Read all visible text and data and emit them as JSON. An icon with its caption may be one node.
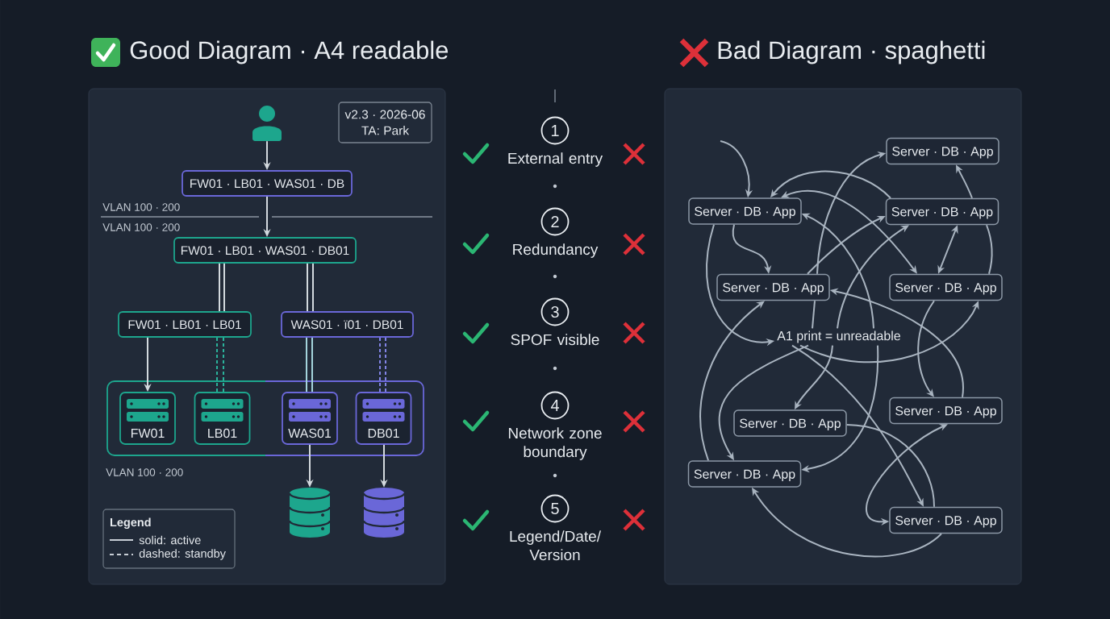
{
  "diagram": {
    "nodes": [
      {
        "text": [
          "Good Diagram · A4 readable"
        ]
      },
      {
        "text": [],
        "shape": "person",
        "in": 0
      },
      {
        "text": [
          "v2.3 · 2026-06",
          "TA: Park"
        ],
        "in": 0
      },
      {
        "text": [
          "FW01 · LB01 · WAS01 · DB"
        ],
        "in": 0
      },
      {
        "text": [
          "FW01 · LB01 · WAS01 · DB01"
        ],
        "in": 0
      },
      {
        "text": [
          "FW01 · LB01 · LB01"
        ],
        "in": 0
      },
      {
        "text": [
          "WAS01 · ï01 · DB01"
        ],
        "in": 0
      },
      {
        "text": [],
        "shape": "box",
        "beside": [
          "VLAN 100 · 200"
        ],
        "in": 0
      },
      {
        "text": [
          "FW01"
        ],
        "in": 7
      },
      {
        "text": [
          "LB01"
        ],
        "in": 7
      },
      {
        "text": [
          "WAS01"
        ],
        "in": 7
      },
      {
        "text": [
          "DB01"
        ],
        "in": 7
      },
      {
        "text": [],
        "shape": "cylinder",
        "in": 0
      },
      {
        "text": [],
        "shape": "cylinder",
        "in": 0
      },
      {
        "text": [
          "Legend"
        ],
        "in": 0
      },
      {
        "text": [
          "1"
        ],
        "beside": [
          "External entry"
        ]
      },
      {
        "text": [
          "2"
        ],
        "beside": [
          "Redundancy"
        ]
      },
      {
        "text": [
          "3"
        ],
        "beside": [
          "SPOF visible"
        ]
      },
      {
        "text": [
          "4"
        ],
        "beside": [
          "Network zone boundary"
        ]
      },
      {
        "text": [
          "5"
        ],
        "beside": [
          "Legend/Date/ Version"
        ]
      },
      {
        "text": [
          "Bad Diagram · spaghetti"
        ]
      },
      {
        "text": [
          "Server · DB · App"
        ],
        "in": 20
      },
      {
        "text": [
          "Server · DB · App"
        ],
        "in": 20
      },
      {
        "text": [
          "Server · DB · App"
        ],
        "in": 20
      },
      {
        "text": [
          "Server · DB · App"
        ],
        "in": 20
      },
      {
        "text": [
          "Server · DB · App"
        ],
        "in": 20
      },
      {
        "text": [
          "A1 print = unreadable"
        ],
        "in": 20
      },
      {
        "text": [
          "Server · DB · App"
        ],
        "in": 20
      },
      {
        "text": [
          "Server · DB · App"
        ],
        "in": 20
      },
      {
        "text": [
          "Server · DB · App"
        ],
        "in": 20
      },
      {
        "text": [
          "Server · DB · App"
        ],
        "in": 20
      }
    ],
    "edges": [
      {
        "from": 1,
        "to": 3,
        "arrow": "to",
        "color": "#d3d9de"
      },
      {
        "from": 3,
        "to": 4,
        "arrow": "to",
        "color": "#d3d9de"
      },
      {
        "from": 4,
        "to": 5,
        "arrow": "none",
        "color": "#d3d9de"
      },
      {
        "from": 4,
        "to": 5,
        "arrow": "none",
        "color": "#d3d9de"
      },
      {
        "from": 4,
        "to": 6,
        "arrow": "none",
        "color": "#d3d9de"
      },
      {
        "from": 4,
        "to": 6,
        "arrow": "none",
        "color": "#d3d9de"
      },
      {
        "from": 5,
        "to": 8,
        "arrow": "to",
        "color": "#d3d9de"
      },
      {
        "from": 5,
        "to": 9,
        "arrow": "none",
        "style": "dashed",
        "color": "#2bb39b"
      },
      {
        "from": 5,
        "to": 9,
        "arrow": "none",
        "style": "dashed",
        "color": "#2bb39b"
      },
      {
        "from": 6,
        "to": 10,
        "arrow": "none",
        "color": "#a4d4dc"
      },
      {
        "from": 6,
        "to": 10,
        "arrow": "none",
        "color": "#a4d4dc"
      },
      {
        "from": 6,
        "to": 11,
        "arrow": "none",
        "style": "dashed",
        "color": "#8385e6"
      },
      {
        "from": 6,
        "to": 11,
        "arrow": "none",
        "style": "dashed",
        "color": "#8385e6"
      },
      {
        "from": 10,
        "to": 12,
        "arrow": "to",
        "color": "#d3d9de"
      },
      {
        "from": 11,
        "to": 13,
        "arrow": "to",
        "color": "#d3d9de"
      },
      {
        "from": null,
        "to": 22,
        "arrow": "to"
      },
      {
        "from": 23,
        "to": 22,
        "arrow": "to"
      },
      {
        "from": 22,
        "to": 25,
        "arrow": "both"
      },
      {
        "from": 23,
        "to": 21,
        "arrow": "to"
      },
      {
        "from": 24,
        "to": 21,
        "arrow": "to"
      },
      {
        "from": 24,
        "to": 23,
        "arrow": "to"
      },
      {
        "from": 26,
        "to": 23,
        "arrow": "to"
      },
      {
        "from": 26,
        "to": 22,
        "arrow": "to"
      },
      {
        "from": 23,
        "to": 25,
        "arrow": "both"
      },
      {
        "from": 22,
        "to": 24,
        "arrow": "to"
      },
      {
        "from": 22,
        "to": 26,
        "arrow": "to"
      },
      {
        "from": 26,
        "to": 25,
        "arrow": "to"
      },
      {
        "from": 26,
        "to": 30,
        "arrow": "to"
      },
      {
        "from": 23,
        "to": 25,
        "arrow": "none"
      },
      {
        "from": 25,
        "to": 27,
        "arrow": "to"
      },
      {
        "from": 27,
        "to": 24,
        "arrow": "to"
      },
      {
        "from": 26,
        "to": 29,
        "arrow": "to"
      },
      {
        "from": 26,
        "to": 28,
        "arrow": "to"
      },
      {
        "from": 26,
        "to": 29,
        "arrow": "to"
      },
      {
        "from": 28,
        "to": 30,
        "arrow": "none"
      },
      {
        "from": 29,
        "to": 24,
        "arrow": "to"
      },
      {
        "from": 27,
        "to": 30,
        "arrow": "both"
      },
      {
        "from": 30,
        "to": 29,
        "arrow": "to"
      },
      {
        "from": 26,
        "to": 24,
        "arrow": "none"
      }
    ],
    "labels": [
      "VLAN 100 · 200",
      "VLAN 100 · 200"
    ],
    "legend": [
      {
        "text": "solid: active"
      },
      {
        "text": "dashed: standby"
      }
    ]
  }
}
